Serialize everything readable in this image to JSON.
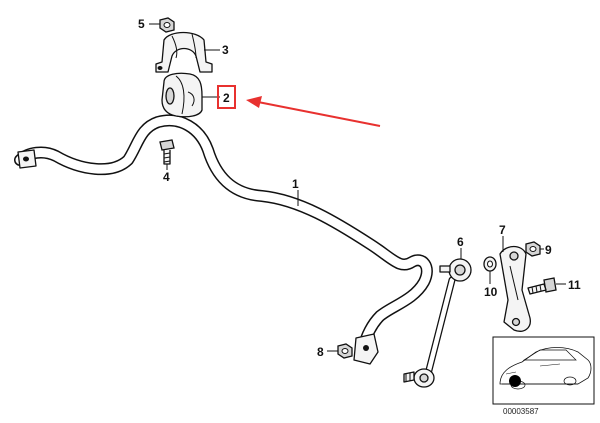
{
  "callouts": {
    "c1": "1",
    "c2": "2",
    "c3": "3",
    "c4": "4",
    "c5": "5",
    "c6": "6",
    "c7": "7",
    "c8": "8",
    "c9": "9",
    "c10": "10",
    "c11": "11"
  },
  "highlight": {
    "target": "2",
    "box_color": "#e8312f",
    "arrow_color": "#e8312f"
  },
  "inset": {
    "reference_number": "00003587",
    "location_marker_color": "#000000"
  }
}
